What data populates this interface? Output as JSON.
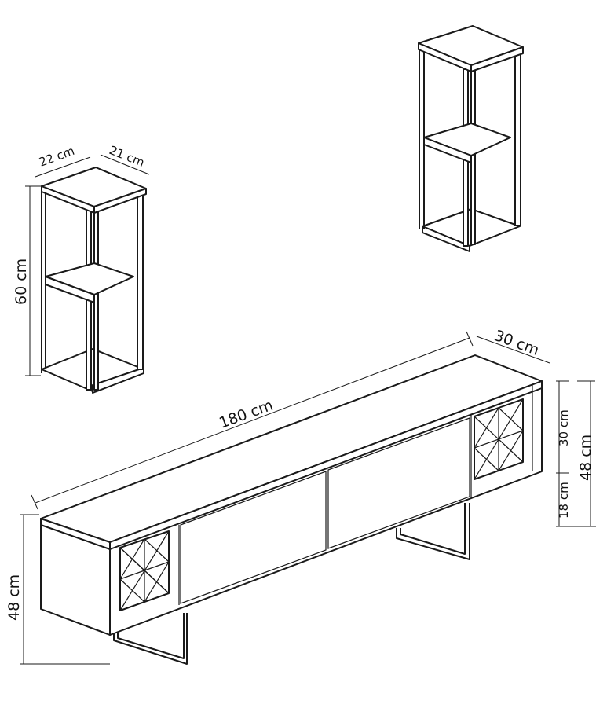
{
  "wall_shelf": {
    "width_label": "22 cm",
    "depth_label": "21 cm",
    "height_label": "60 cm"
  },
  "tv_unit": {
    "width_label": "180 cm",
    "depth_label": "30 cm",
    "height_label_left": "48 cm",
    "body_height_label": "30 cm",
    "leg_height_label": "18 cm",
    "height_label_right": "48 cm"
  },
  "colors": {
    "line": "#1a1a1a",
    "background": "#ffffff"
  }
}
